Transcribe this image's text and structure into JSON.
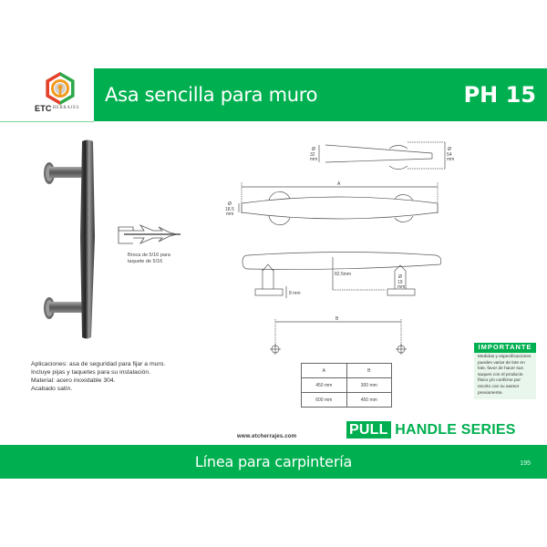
{
  "brand": {
    "logo_icon": "hexagon-keyhole-logo-icon",
    "name_primary": "ETC",
    "name_secondary": "HERRAJES"
  },
  "header": {
    "title": "Asa sencilla para muro",
    "code": "PH 15"
  },
  "anchor": {
    "icon": "wall-plug-anchor-icon",
    "caption_line1": "Broca de 5/16 para",
    "caption_line2": "taquete de 5/16"
  },
  "drawing": {
    "top_view": {
      "left_dim_symbol": "Ø",
      "left_dim_value": "32",
      "left_dim_unit": "mm",
      "right_dim_symbol": "Ø",
      "right_dim_value": "54",
      "right_dim_unit": "mm"
    },
    "front_view": {
      "length_label": "A",
      "dia_symbol": "Ø",
      "dia_value": "18.5",
      "dia_unit": "mm"
    },
    "side_view": {
      "depth_label": "82.5mm",
      "base_label": "8 mm",
      "post_dia_symbol": "Ø",
      "post_dia_value": "19",
      "post_dia_unit": "mm"
    },
    "holes": {
      "spacing_label": "B"
    }
  },
  "spec_table": {
    "headers": [
      "A",
      "B"
    ],
    "rows": [
      [
        "450 mm",
        "300 mm"
      ],
      [
        "600 mm",
        "450 mm"
      ]
    ]
  },
  "important": {
    "title": "IMPORTANTE",
    "body": "Medidas y especificaciones pueden variar de lote en lote, favor de hacer sus saques con el producto físico y/o confirme por escrito con su asesor previamente."
  },
  "description": {
    "lines": [
      "Aplicaciones: asa de seguridad para fijar a muro.",
      "Incluye pijas y taquetes para su instalación.",
      "Material: acero inoxidable 304.",
      "Acabado satín."
    ]
  },
  "website": "www.etcherrajes.com",
  "series": {
    "highlight": "PULL",
    "rest": "HANDLE SERIES"
  },
  "footer": {
    "title": "Línea para carpintería",
    "page_number": "195"
  },
  "colors": {
    "brand_green": "#00b050",
    "important_bg": "#e9f6ec"
  }
}
